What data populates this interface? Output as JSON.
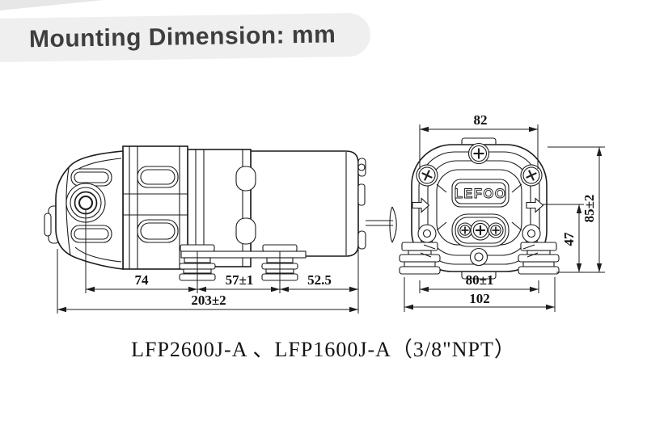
{
  "banner": {
    "title": "Mounting Dimension: mm"
  },
  "drawing": {
    "side_view": {
      "name": "pump side view",
      "dims": {
        "head_to_foot1": "74",
        "foot_spacing": "57±1",
        "foot2_to_end": "52.5",
        "overall_length": "203±2"
      }
    },
    "front_view": {
      "name": "pump front view",
      "logo": "LEFOO",
      "dims": {
        "body_width": "82",
        "overall_height": "85±2",
        "port_to_base": "47",
        "foot_spacing": "80±1",
        "overall_width": "102"
      }
    }
  },
  "caption": "LFP2600J-A 、LFP1600J-A（3/8\"NPT）",
  "colors": {
    "line": "#1c1c1c",
    "banner_bg": "#efefef",
    "banner_text": "#3e3e3e",
    "background": "#ffffff"
  }
}
